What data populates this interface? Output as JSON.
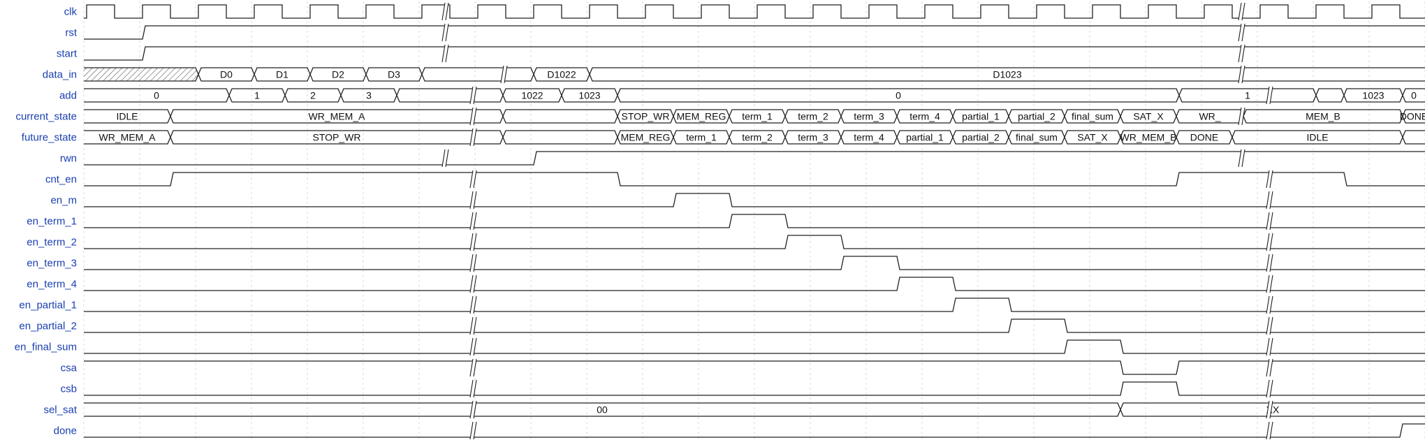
{
  "signals": [
    {
      "name": "clk",
      "kind": "clock"
    },
    {
      "name": "rst",
      "kind": "bit",
      "initial": 0,
      "edges": [
        [
          1.05,
          1
        ]
      ],
      "breaks": [
        6.45,
        20.7
      ]
    },
    {
      "name": "start",
      "kind": "bit",
      "initial": 0,
      "edges": [
        [
          1.05,
          1
        ]
      ],
      "breaks": [
        6.45,
        20.7
      ]
    },
    {
      "name": "data_in",
      "kind": "bus",
      "breaks": [
        7.5,
        20.7
      ],
      "segments": [
        {
          "from": 0,
          "to": 2.05,
          "hatch": true
        },
        {
          "from": 2.05,
          "to": 3.05,
          "label": "D0"
        },
        {
          "from": 3.05,
          "to": 4.05,
          "label": "D1"
        },
        {
          "from": 4.05,
          "to": 5.05,
          "label": "D2"
        },
        {
          "from": 5.05,
          "to": 6.05,
          "label": "D3"
        },
        {
          "from": 6.05,
          "to": 8.05,
          "label": ""
        },
        {
          "from": 8.05,
          "to": 9.05,
          "label": "D1022"
        },
        {
          "from": 9.05,
          "to": 24,
          "label": "D1023"
        }
      ]
    },
    {
      "name": "add",
      "kind": "bus",
      "breaks": [
        6.95,
        21.2
      ],
      "segments": [
        {
          "from": 0,
          "to": 2.6,
          "label": "0"
        },
        {
          "from": 2.6,
          "to": 3.6,
          "label": "1"
        },
        {
          "from": 3.6,
          "to": 4.6,
          "label": "2"
        },
        {
          "from": 4.6,
          "to": 5.6,
          "label": "3"
        },
        {
          "from": 5.6,
          "to": 7.5,
          "label": ""
        },
        {
          "from": 7.5,
          "to": 8.55,
          "label": "1022"
        },
        {
          "from": 8.55,
          "to": 9.55,
          "label": "1023"
        },
        {
          "from": 9.55,
          "to": 19.6,
          "label": "0"
        },
        {
          "from": 19.6,
          "to": 22.05,
          "label": "1"
        },
        {
          "from": 22.05,
          "to": 22.55,
          "label": ""
        },
        {
          "from": 22.55,
          "to": 23.6,
          "label": "1023"
        },
        {
          "from": 23.6,
          "to": 24,
          "label": "0"
        }
      ]
    },
    {
      "name": "current_state",
      "kind": "bus",
      "breaks": [
        6.95,
        20.7
      ],
      "segments": [
        {
          "from": 0,
          "to": 1.55,
          "label": "IDLE"
        },
        {
          "from": 1.55,
          "to": 7.5,
          "label": "WR_MEM_A"
        },
        {
          "from": 7.5,
          "to": 9.55,
          "label": ""
        },
        {
          "from": 9.55,
          "to": 10.55,
          "label": "STOP_WR"
        },
        {
          "from": 10.55,
          "to": 11.55,
          "label": "MEM_REG"
        },
        {
          "from": 11.55,
          "to": 12.55,
          "label": "term_1"
        },
        {
          "from": 12.55,
          "to": 13.55,
          "label": "term_2"
        },
        {
          "from": 13.55,
          "to": 14.55,
          "label": "term_3"
        },
        {
          "from": 14.55,
          "to": 15.55,
          "label": "term_4"
        },
        {
          "from": 15.55,
          "to": 16.55,
          "label": "partial_1"
        },
        {
          "from": 16.55,
          "to": 17.55,
          "label": "partial_2"
        },
        {
          "from": 17.55,
          "to": 18.55,
          "label": "final_sum"
        },
        {
          "from": 18.55,
          "to": 19.55,
          "label": "SAT_X"
        },
        {
          "from": 19.55,
          "to": 20.75,
          "label": "WR_"
        },
        {
          "from": 20.75,
          "to": 23.6,
          "label": "MEM_B"
        },
        {
          "from": 23.6,
          "to": 24,
          "label": "DONE"
        }
      ]
    },
    {
      "name": "future_state",
      "kind": "bus",
      "breaks": [
        6.95
      ],
      "segments": [
        {
          "from": 0,
          "to": 1.55,
          "label": "WR_MEM_A"
        },
        {
          "from": 1.55,
          "to": 7.5,
          "label": "STOP_WR"
        },
        {
          "from": 7.5,
          "to": 9.55,
          "label": ""
        },
        {
          "from": 9.55,
          "to": 10.55,
          "label": "MEM_REG"
        },
        {
          "from": 10.55,
          "to": 11.55,
          "label": "term_1"
        },
        {
          "from": 11.55,
          "to": 12.55,
          "label": "term_2"
        },
        {
          "from": 12.55,
          "to": 13.55,
          "label": "term_3"
        },
        {
          "from": 13.55,
          "to": 14.55,
          "label": "term_4"
        },
        {
          "from": 14.55,
          "to": 15.55,
          "label": "partial_1"
        },
        {
          "from": 15.55,
          "to": 16.55,
          "label": "partial_2"
        },
        {
          "from": 16.55,
          "to": 17.55,
          "label": "final_sum"
        },
        {
          "from": 17.55,
          "to": 18.55,
          "label": "SAT_X"
        },
        {
          "from": 18.55,
          "to": 19.55,
          "label": "WR_MEM_B"
        },
        {
          "from": 19.55,
          "to": 20.55,
          "label": "DONE"
        },
        {
          "from": 20.55,
          "to": 23.6,
          "label": "IDLE"
        },
        {
          "from": 23.6,
          "to": 24,
          "label": ""
        }
      ]
    },
    {
      "name": "rwn",
      "kind": "bit",
      "initial": 0,
      "edges": [
        [
          8.05,
          1
        ]
      ],
      "breaks": [
        6.45,
        20.7
      ]
    },
    {
      "name": "cnt_en",
      "kind": "bit",
      "initial": 0,
      "edges": [
        [
          1.55,
          1
        ],
        [
          9.55,
          0
        ],
        [
          19.55,
          1
        ],
        [
          22.55,
          0
        ]
      ],
      "breaks": [
        6.95,
        21.2
      ]
    },
    {
      "name": "en_m",
      "kind": "bit",
      "initial": 0,
      "edges": [
        [
          10.55,
          1
        ],
        [
          11.55,
          0
        ]
      ],
      "breaks": [
        6.95,
        21.2
      ]
    },
    {
      "name": "en_term_1",
      "kind": "bit",
      "initial": 0,
      "edges": [
        [
          11.55,
          1
        ],
        [
          12.55,
          0
        ]
      ],
      "breaks": [
        6.95,
        21.2
      ]
    },
    {
      "name": "en_term_2",
      "kind": "bit",
      "initial": 0,
      "edges": [
        [
          12.55,
          1
        ],
        [
          13.55,
          0
        ]
      ],
      "breaks": [
        6.95,
        21.2
      ]
    },
    {
      "name": "en_term_3",
      "kind": "bit",
      "initial": 0,
      "edges": [
        [
          13.55,
          1
        ],
        [
          14.55,
          0
        ]
      ],
      "breaks": [
        6.95,
        21.2
      ]
    },
    {
      "name": "en_term_4",
      "kind": "bit",
      "initial": 0,
      "edges": [
        [
          14.55,
          1
        ],
        [
          15.55,
          0
        ]
      ],
      "breaks": [
        6.95,
        21.2
      ]
    },
    {
      "name": "en_partial_1",
      "kind": "bit",
      "initial": 0,
      "edges": [
        [
          15.55,
          1
        ],
        [
          16.55,
          0
        ]
      ],
      "breaks": [
        6.95,
        21.2
      ]
    },
    {
      "name": "en_partial_2",
      "kind": "bit",
      "initial": 0,
      "edges": [
        [
          16.55,
          1
        ],
        [
          17.55,
          0
        ]
      ],
      "breaks": [
        6.95,
        21.2
      ]
    },
    {
      "name": "en_final_sum",
      "kind": "bit",
      "initial": 0,
      "edges": [
        [
          17.55,
          1
        ],
        [
          18.55,
          0
        ]
      ],
      "breaks": [
        6.95,
        21.2
      ]
    },
    {
      "name": "csa",
      "kind": "bit",
      "initial": 1,
      "edges": [
        [
          18.55,
          0
        ],
        [
          19.55,
          1
        ]
      ],
      "breaks": [
        6.95,
        21.2
      ]
    },
    {
      "name": "csb",
      "kind": "bit",
      "initial": 0,
      "edges": [
        [
          18.55,
          1
        ],
        [
          19.55,
          0
        ]
      ],
      "breaks": [
        6.95,
        21.2
      ]
    },
    {
      "name": "sel_sat",
      "kind": "bus",
      "breaks": [
        6.95,
        21.2
      ],
      "segments": [
        {
          "from": 0,
          "to": 18.55,
          "label": "00"
        },
        {
          "from": 18.55,
          "to": 24,
          "label": "XX"
        }
      ]
    },
    {
      "name": "done",
      "kind": "bit",
      "initial": 0,
      "edges": [
        [
          23.55,
          1
        ]
      ],
      "breaks": [
        6.95,
        21.2
      ]
    }
  ],
  "clock": {
    "period": 1,
    "start": 0.05,
    "cycles": 24,
    "breaks": [
      6.45,
      20.7
    ]
  },
  "timeline": {
    "units": 24
  },
  "colors": {
    "label": "#1a3fb0",
    "wave": "#222222",
    "grid": "#d9d9d9"
  }
}
